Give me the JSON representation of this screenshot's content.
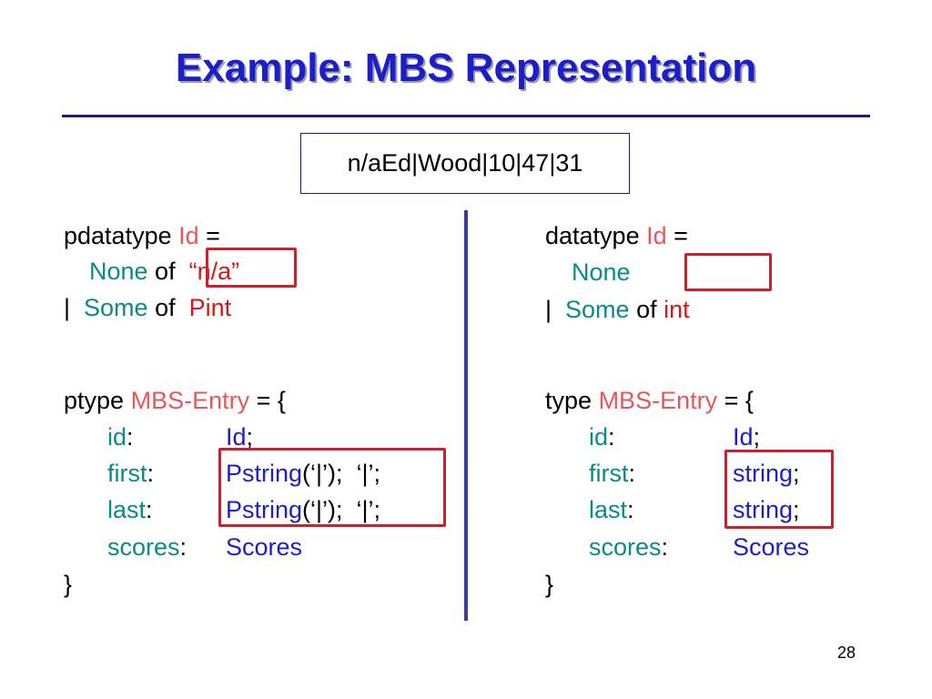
{
  "slide": {
    "title": "Example: MBS Representation",
    "record_line": "n/aEd|Wood|10|47|31",
    "page_number": "28"
  },
  "left": {
    "datatype_kw": "pdatatype",
    "datatype_name": "Id",
    "eq": " =",
    "none_ctor": "None",
    "none_of": " of",
    "none_value": "“n/a”",
    "bar": "|",
    "some_ctor": "Some",
    "some_of": " of",
    "some_type": "Pint",
    "type_kw": "ptype",
    "type_name": "MBS-Entry",
    "type_open": " = {",
    "fields": [
      {
        "name": "id",
        "sep": ":",
        "type": "Id",
        "tail": ";"
      },
      {
        "name": "first",
        "sep": ":",
        "type": "Pstring",
        "tail": "(‘|’);  ‘|’;"
      },
      {
        "name": "last",
        "sep": ":",
        "type": "Pstring",
        "tail": "(‘|’);  ‘|’;"
      },
      {
        "name": "scores",
        "sep": ":",
        "type": "Scores",
        "tail": ""
      }
    ],
    "close": "}"
  },
  "right": {
    "datatype_kw": "datatype",
    "datatype_name": "Id",
    "eq": " =",
    "none_ctor": "None",
    "bar": "|",
    "some_ctor": "Some",
    "some_of": " of",
    "some_type": "int",
    "type_kw": "type",
    "type_name": "MBS-Entry",
    "type_open": " = {",
    "fields": [
      {
        "name": "id",
        "sep": ":",
        "type": "Id",
        "tail": ";"
      },
      {
        "name": "first",
        "sep": ":",
        "type": "string",
        "tail": ";"
      },
      {
        "name": "last",
        "sep": ":",
        "type": "string",
        "tail": ";"
      },
      {
        "name": "scores",
        "sep": ":",
        "type": "Scores",
        "tail": ""
      }
    ],
    "close": "}"
  },
  "colors": {
    "title": "#1c1fc8",
    "type_name": "#e8575c",
    "constructor": "#0a8a8a",
    "primitive": "#d81616",
    "field_type": "#1c1fc8",
    "highlight_box": "#c8232c"
  }
}
